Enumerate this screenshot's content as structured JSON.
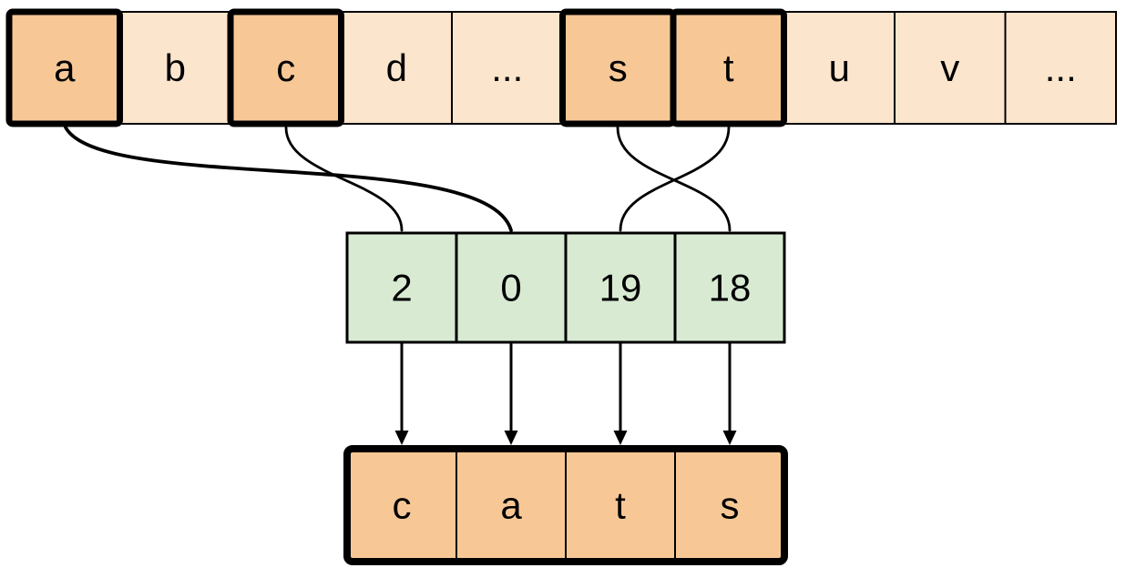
{
  "alphabet_row": {
    "cells": [
      {
        "label": "a",
        "highlighted": true
      },
      {
        "label": "b",
        "highlighted": false
      },
      {
        "label": "c",
        "highlighted": true
      },
      {
        "label": "d",
        "highlighted": false
      },
      {
        "label": "...",
        "highlighted": false
      },
      {
        "label": "s",
        "highlighted": true
      },
      {
        "label": "t",
        "highlighted": true
      },
      {
        "label": "u",
        "highlighted": false
      },
      {
        "label": "v",
        "highlighted": false
      },
      {
        "label": "...",
        "highlighted": false
      }
    ]
  },
  "index_row": {
    "cells": [
      {
        "label": "2"
      },
      {
        "label": "0"
      },
      {
        "label": "19"
      },
      {
        "label": "18"
      }
    ]
  },
  "result_row": {
    "cells": [
      {
        "label": "c"
      },
      {
        "label": "a"
      },
      {
        "label": "t"
      },
      {
        "label": "s"
      }
    ]
  },
  "colors": {
    "highlight_fill": "#f7c896",
    "plain_fill": "#fce5cd",
    "index_fill": "#d9ead3",
    "result_fill": "#f7c896",
    "line": "#000000",
    "background": "#ffffff"
  }
}
